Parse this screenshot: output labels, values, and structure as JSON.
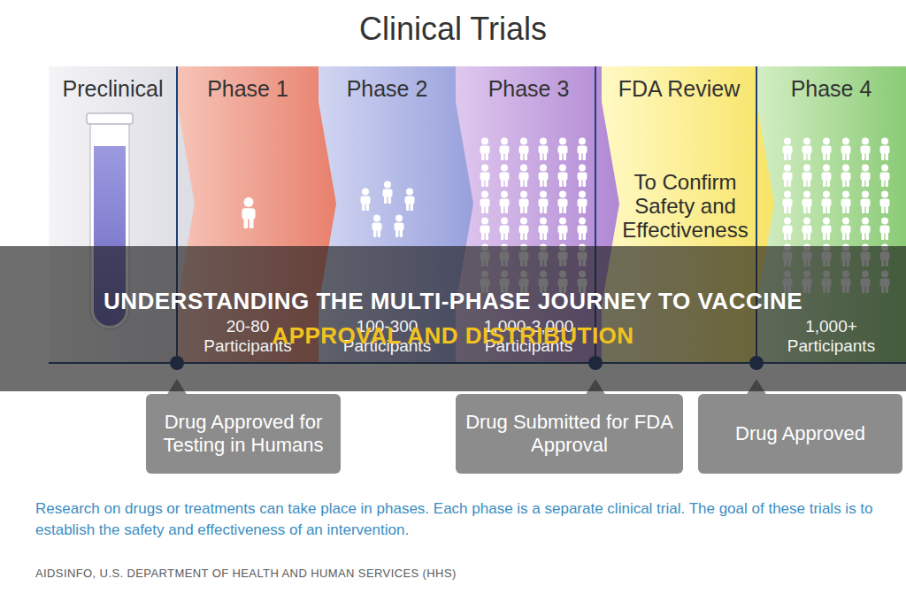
{
  "diagram": {
    "title": "Clinical Trials",
    "caption": "Research on drugs or treatments can take place in phases. Each phase is a separate clinical trial. The goal of these trials is to establish the safety and effectiveness of an intervention.",
    "nodes": [
      {
        "text": [
          "Preclinical"
        ]
      },
      {
        "text": [
          "Phase 1",
          "20-80 Participants"
        ]
      },
      {
        "text": [
          "Phase 2",
          "100-300 Participants"
        ]
      },
      {
        "text": [
          "Phase 3",
          "1,000-3,000 Participants"
        ]
      },
      {
        "text": [
          "FDA Review",
          "To Confirm Safety and Effectiveness"
        ]
      },
      {
        "text": [
          "Phase 4",
          "1,000+ Participants"
        ]
      },
      {
        "text": [
          "Drug Approved for Testing in Humans"
        ]
      },
      {
        "text": [
          "Drug Submitted for FDA Approval"
        ]
      },
      {
        "text": [
          "Drug Approved"
        ]
      }
    ],
    "labels": [
      "UNDERSTANDING THE MULTI-PHASE JOURNEY TO VACCINE",
      "APPROVAL AND DISTRIBUTION",
      "AIDSINFO, U.S. DEPARTMENT OF HEALTH AND HUMAN SERVICES (HHS)"
    ]
  }
}
